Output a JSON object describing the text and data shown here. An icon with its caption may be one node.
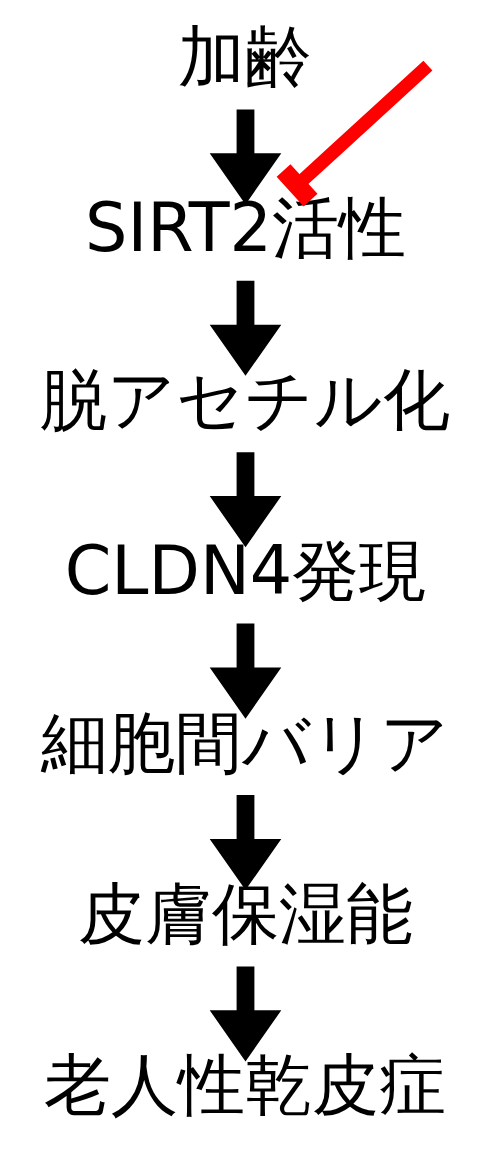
{
  "diagram": {
    "nodes": [
      {
        "text": [
          "加齢"
        ]
      },
      {
        "text": [
          "SIRT2活性"
        ]
      },
      {
        "text": [
          "脱アセチル化"
        ]
      },
      {
        "text": [
          "CLDN4発現"
        ]
      },
      {
        "text": [
          "細胞間バリア"
        ]
      },
      {
        "text": [
          "皮膚保湿能"
        ]
      },
      {
        "text": [
          "老人性乾皮症"
        ]
      }
    ],
    "edges": [
      {
        "from": 0,
        "to": 1,
        "arrow": "to"
      },
      {
        "from": null,
        "to": 1,
        "arrow": "other",
        "color": "#ff0000"
      },
      {
        "from": 1,
        "to": 2,
        "arrow": "to"
      },
      {
        "from": 2,
        "to": 3,
        "arrow": "to"
      },
      {
        "from": 3,
        "to": 4,
        "arrow": "to"
      },
      {
        "from": 4,
        "to": 5,
        "arrow": "to"
      },
      {
        "from": 5,
        "to": 6,
        "arrow": "to"
      }
    ]
  }
}
